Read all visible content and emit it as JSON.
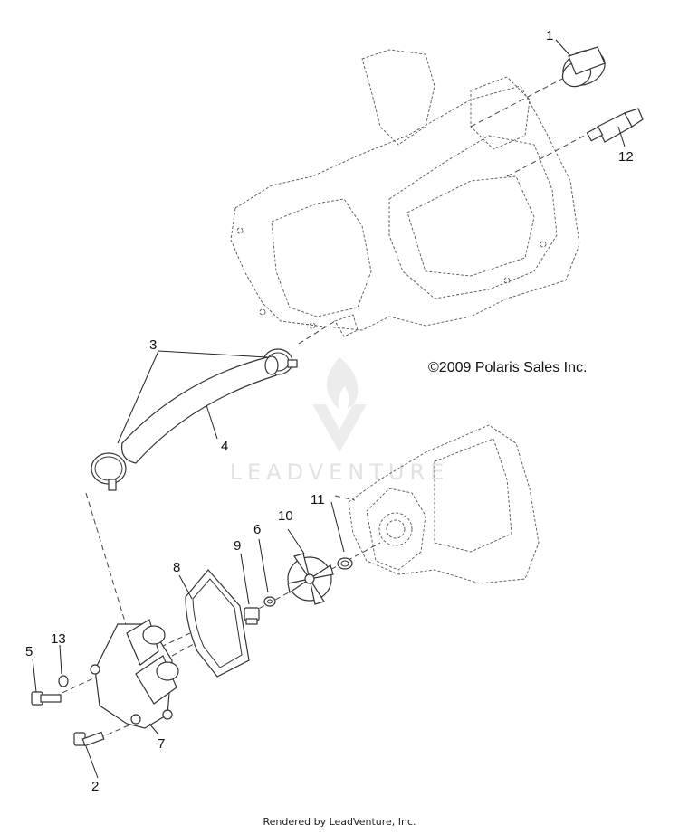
{
  "copyright": "©2009 Polaris Sales Inc.",
  "watermark": "LEADVENTURE",
  "footer": "Rendered by LeadVenture, Inc.",
  "callouts": [
    "1",
    "12",
    "3",
    "4",
    "11",
    "10",
    "6",
    "9",
    "8",
    "13",
    "5",
    "7",
    "2"
  ]
}
